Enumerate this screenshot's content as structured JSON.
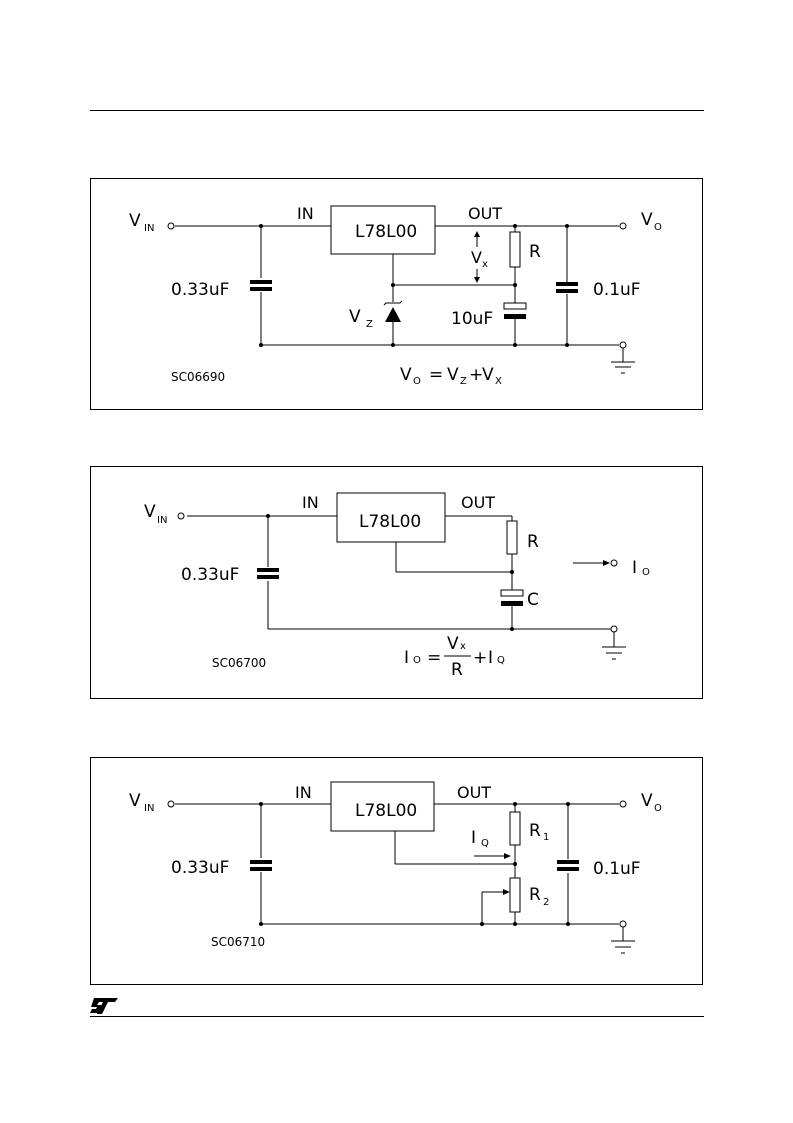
{
  "colors": {
    "ink": "#000000",
    "paper": "#ffffff"
  },
  "logo": {
    "text": "ST",
    "icon": "st-logo"
  },
  "circuit1": {
    "vin": "V",
    "vin_sub": "IN",
    "in_label": "IN",
    "out_label": "OUT",
    "ic": "L78L00",
    "c_in": "0.33uF",
    "vout": "V",
    "vout_sub": "O",
    "vx": "V",
    "vx_sub": "x",
    "r": "R",
    "c_mid": "10uF",
    "c_out": "0.1uF",
    "vz": "V",
    "vz_sub": "Z",
    "code": "SC06690",
    "eq": {
      "v": "V",
      "o": "O",
      "eq": "=",
      "z": "Z",
      "plus": "+",
      "x": "X"
    }
  },
  "circuit2": {
    "vin": "V",
    "vin_sub": "IN",
    "in_label": "IN",
    "out_label": "OUT",
    "ic": "L78L00",
    "c_in": "0.33uF",
    "r": "R",
    "c": "C",
    "io": "I",
    "io_sub": "O",
    "code": "SC06700",
    "eq": {
      "i": "I",
      "o": "O",
      "eq": "=",
      "num": "V",
      "num_sub": "x",
      "den": "R",
      "plus": "+",
      "q": "Q"
    }
  },
  "circuit3": {
    "vin": "V",
    "vin_sub": "IN",
    "in_label": "IN",
    "out_label": "OUT",
    "ic": "L78L00",
    "c_in": "0.33uF",
    "vout": "V",
    "vout_sub": "O",
    "iq": "I",
    "iq_sub": "Q",
    "r1": "R",
    "r1_sub": "1",
    "r2": "R",
    "r2_sub": "2",
    "c_out": "0.1uF",
    "code": "SC06710"
  }
}
